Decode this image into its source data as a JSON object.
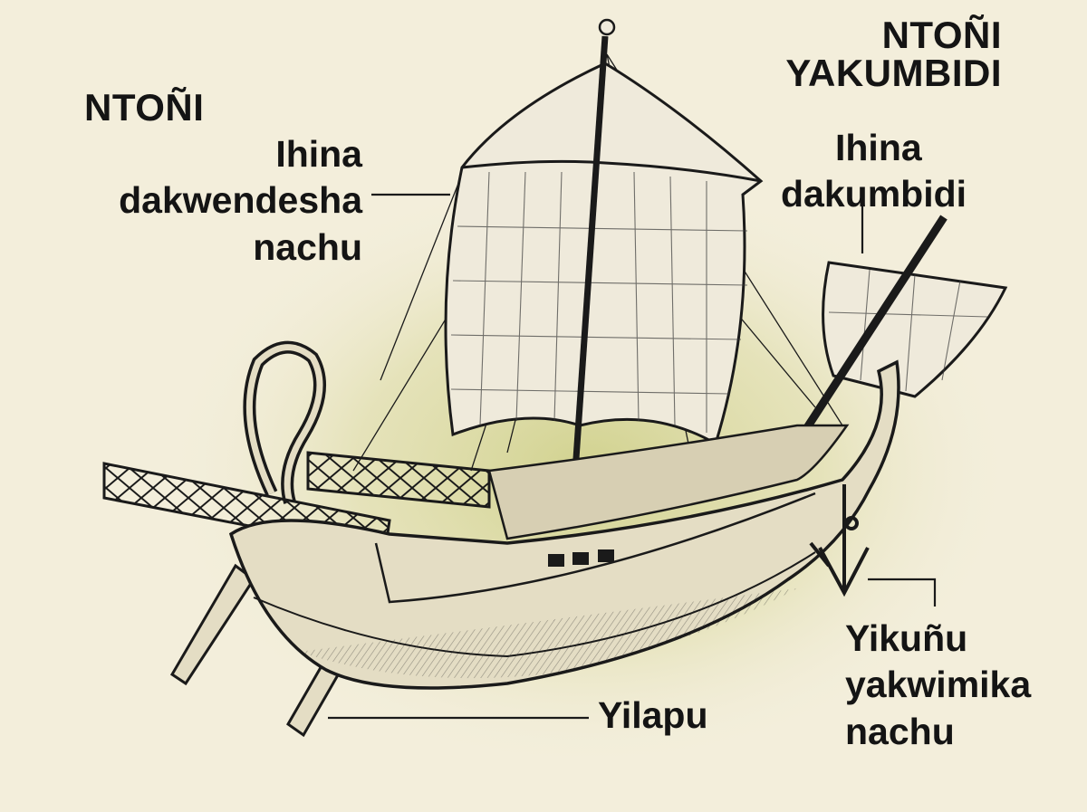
{
  "diagram": {
    "subject": "Roman-era merchant sailing ship",
    "headings": {
      "stern": "NTOÑI",
      "bow_line1": "NTOÑI",
      "bow_line2": "YAKUMBIDI"
    },
    "labels": {
      "mainsail": [
        "Ihina",
        "dakwendesha",
        "nachu"
      ],
      "foresail": [
        "Ihina",
        "dakumbidi"
      ],
      "anchor": [
        "Yikuñu",
        "yakwimika",
        "nachu"
      ],
      "rudder": [
        "Yilapu"
      ]
    },
    "colors": {
      "background": "#f3eedb",
      "glow": "#cfd08a",
      "ink": "#1a1a1a",
      "sail": "#efeadb",
      "hull": "#e4ddc4"
    }
  }
}
